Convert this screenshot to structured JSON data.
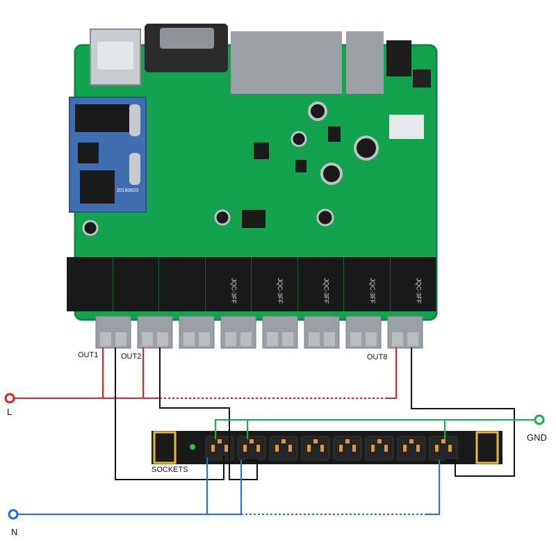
{
  "labels": {
    "out1": "OUT1",
    "out2": "OUT2",
    "out8": "OUT8",
    "sockets": "SOCKETS",
    "line": "L",
    "neutral": "N",
    "ground": "GND"
  },
  "board_text": {
    "module_date": "20180823",
    "relay_brand": "JQC-3FF"
  },
  "colors": {
    "board": "#13a34e",
    "board_edge": "#0e8a40",
    "module": "#3f6fb0",
    "relay": "#1a1a1a",
    "terminal": "#9aa0a6",
    "line_wire": "#e02020",
    "neutral_wire": "#1e6fe0",
    "ground_wire": "#18b04a",
    "load_wire": "#111111",
    "socket_strip": "#1a1a1a",
    "strip_bracket": "#e8b93a"
  },
  "relay_count": 8,
  "socket_count": 8
}
